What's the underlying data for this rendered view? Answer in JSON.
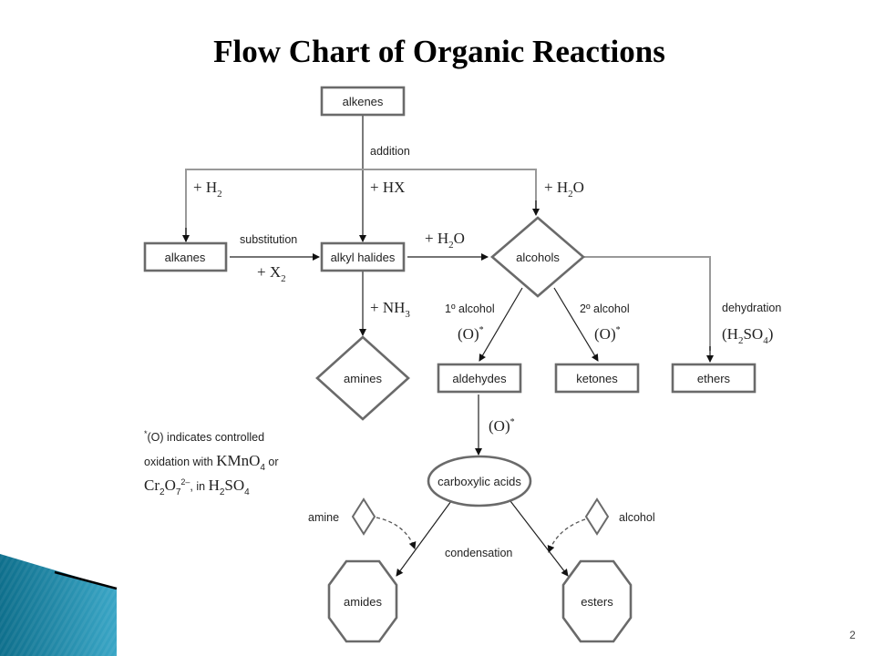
{
  "title": "Flow Chart of Organic Reactions",
  "nodes": {
    "alkenes": "alkenes",
    "alkanes": "alkanes",
    "alkyl_halides": "alkyl halides",
    "alcohols": "alcohols",
    "amines": "amines",
    "aldehydes": "aldehydes",
    "ketones": "ketones",
    "ethers": "ethers",
    "carboxylic_acids": "carboxylic acids",
    "amides": "amides",
    "esters": "esters",
    "amine": "amine",
    "alcohol": "alcohol"
  },
  "labels": {
    "addition": "addition",
    "plus": "+ ",
    "h2": "H",
    "h2_sub": "2",
    "hx": "+ HX",
    "h": "H",
    "two": "2",
    "o": "O",
    "substitution": "substitution",
    "x": "X",
    "nh": "NH",
    "three": "3",
    "primary": "1º alcohol",
    "secondary": "2º alcohol",
    "ox": "(O)",
    "star": "*",
    "dehydration": "dehydration",
    "h2so4_open": "(H",
    "so": "SO",
    "four": "4",
    "close": ")",
    "condensation": "condensation"
  },
  "footnote": {
    "line1": "(O) indicates controlled",
    "line2a": "oxidation with ",
    "line2b": "KMnO",
    "line2c": " or",
    "line3a": "Cr",
    "line3b": "O",
    "seven": "7",
    "charge": "2–",
    "line3c": ", in ",
    "line3d": "H",
    "line3e": "SO"
  },
  "page_number": "2",
  "colors": {
    "accent": "#1a8fb0",
    "node_border": "#6a6a6a"
  }
}
